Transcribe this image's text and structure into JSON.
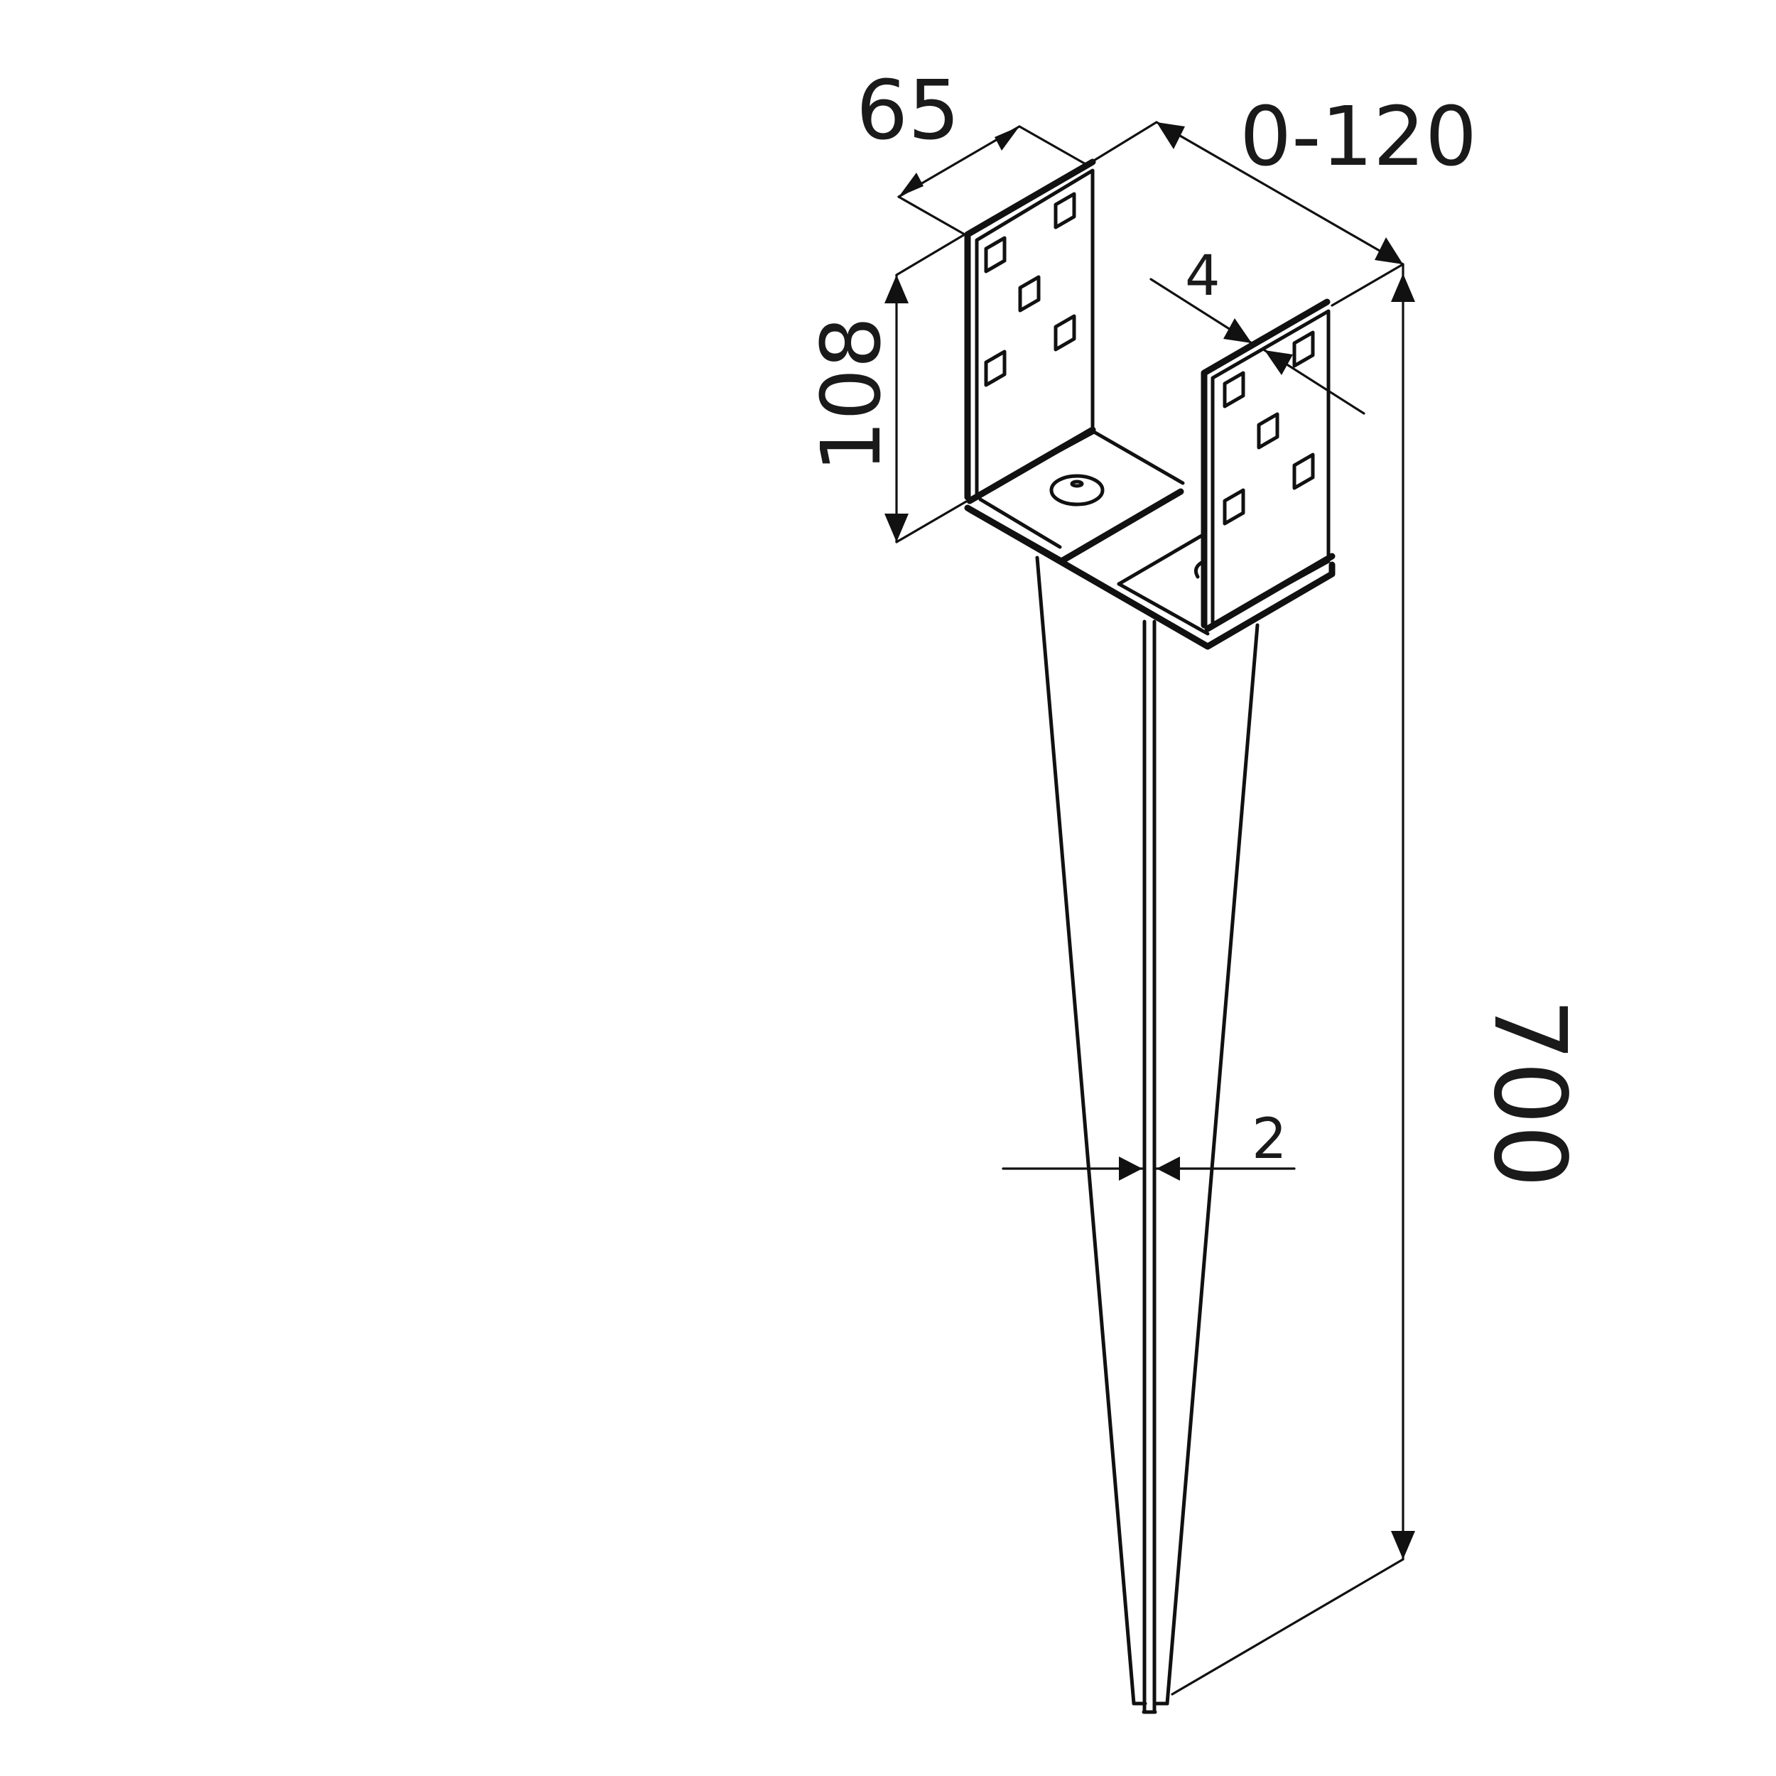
{
  "dimensions": {
    "width_65": "65",
    "gap_0_120": "0-120",
    "thickness_4": "4",
    "height_108": "108",
    "length_700": "700",
    "spike_2": "2"
  }
}
